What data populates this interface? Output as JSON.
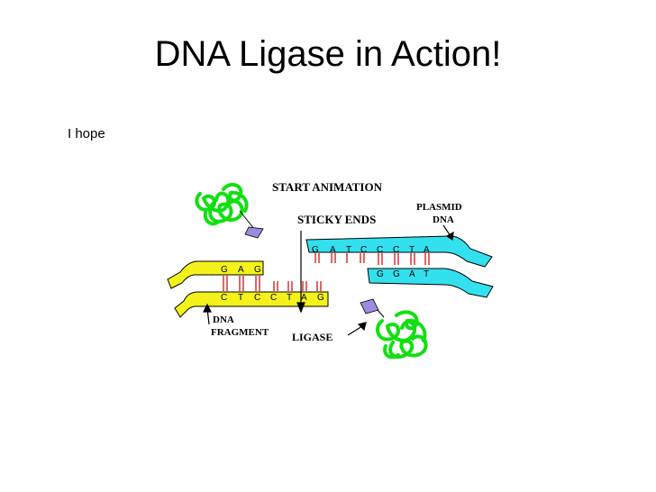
{
  "slide": {
    "title": "DNA Ligase in Action!",
    "bullet": "I hope"
  },
  "diagram": {
    "start_animation": "START ANIMATION",
    "sticky_ends": "STICKY ENDS",
    "plasmid": "PLASMID",
    "plasmid_dna": "DNA",
    "dna": "DNA",
    "fragment": "FRAGMENT",
    "ligase": "LIGASE",
    "plasmid_top_bases": [
      "G",
      "A",
      "T",
      "C",
      "C",
      "C",
      "T",
      "A"
    ],
    "plasmid_bottom_bases": [
      "G",
      "G",
      "A",
      "T"
    ],
    "fragment_top_bases": [
      "G",
      "A",
      "G"
    ],
    "fragment_bottom_bases": [
      "C",
      "T",
      "C",
      "C",
      "T",
      "A",
      "G"
    ],
    "colors": {
      "plasmid": "#33e0ee",
      "fragment": "#f4f21a",
      "enzyme": "#10e010",
      "ticks": "#cc0000",
      "tag": "#9b8ce0"
    }
  }
}
